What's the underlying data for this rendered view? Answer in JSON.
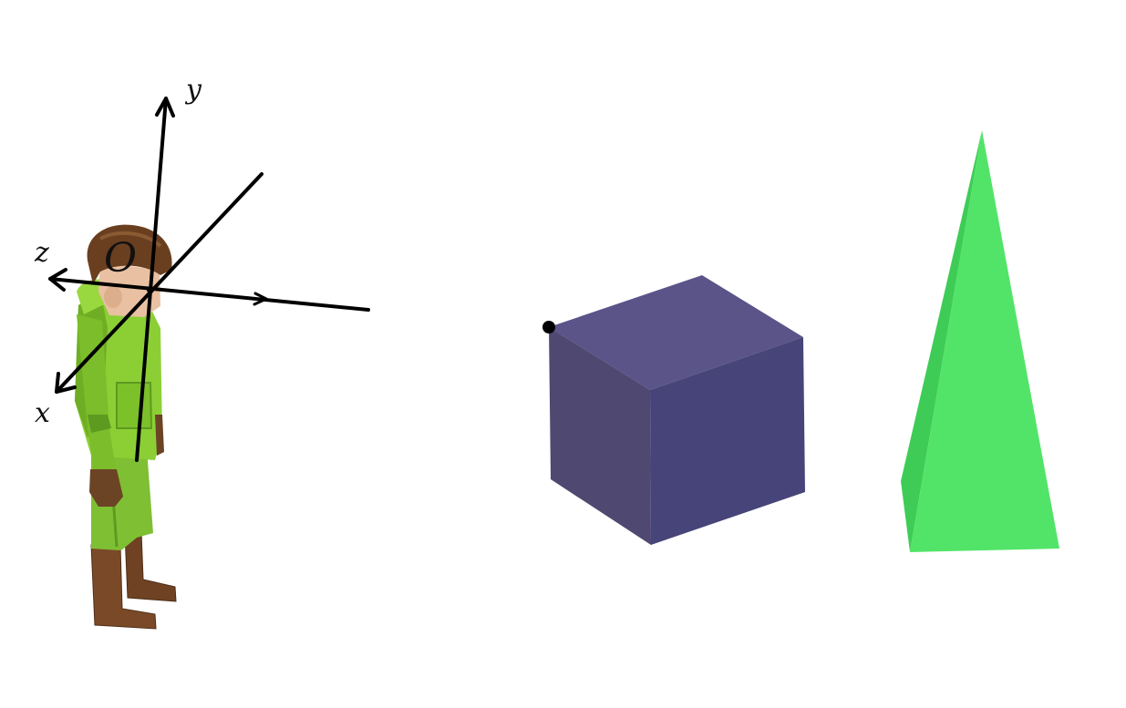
{
  "axes": {
    "origin_label": "O",
    "x_label": "x",
    "y_label": "y",
    "z_label": "z"
  },
  "colors": {
    "axis": "#000000",
    "cube_top": "#5a5489",
    "cube_left": "#4f4870",
    "cube_right": "#47447a",
    "pyramid_light": "#52e468",
    "pyramid_dark": "#3fcc56",
    "jacket": "#7cc02a",
    "hair": "#6a3f20",
    "skin": "#e9c1a2",
    "boots": "#7a4a28"
  }
}
